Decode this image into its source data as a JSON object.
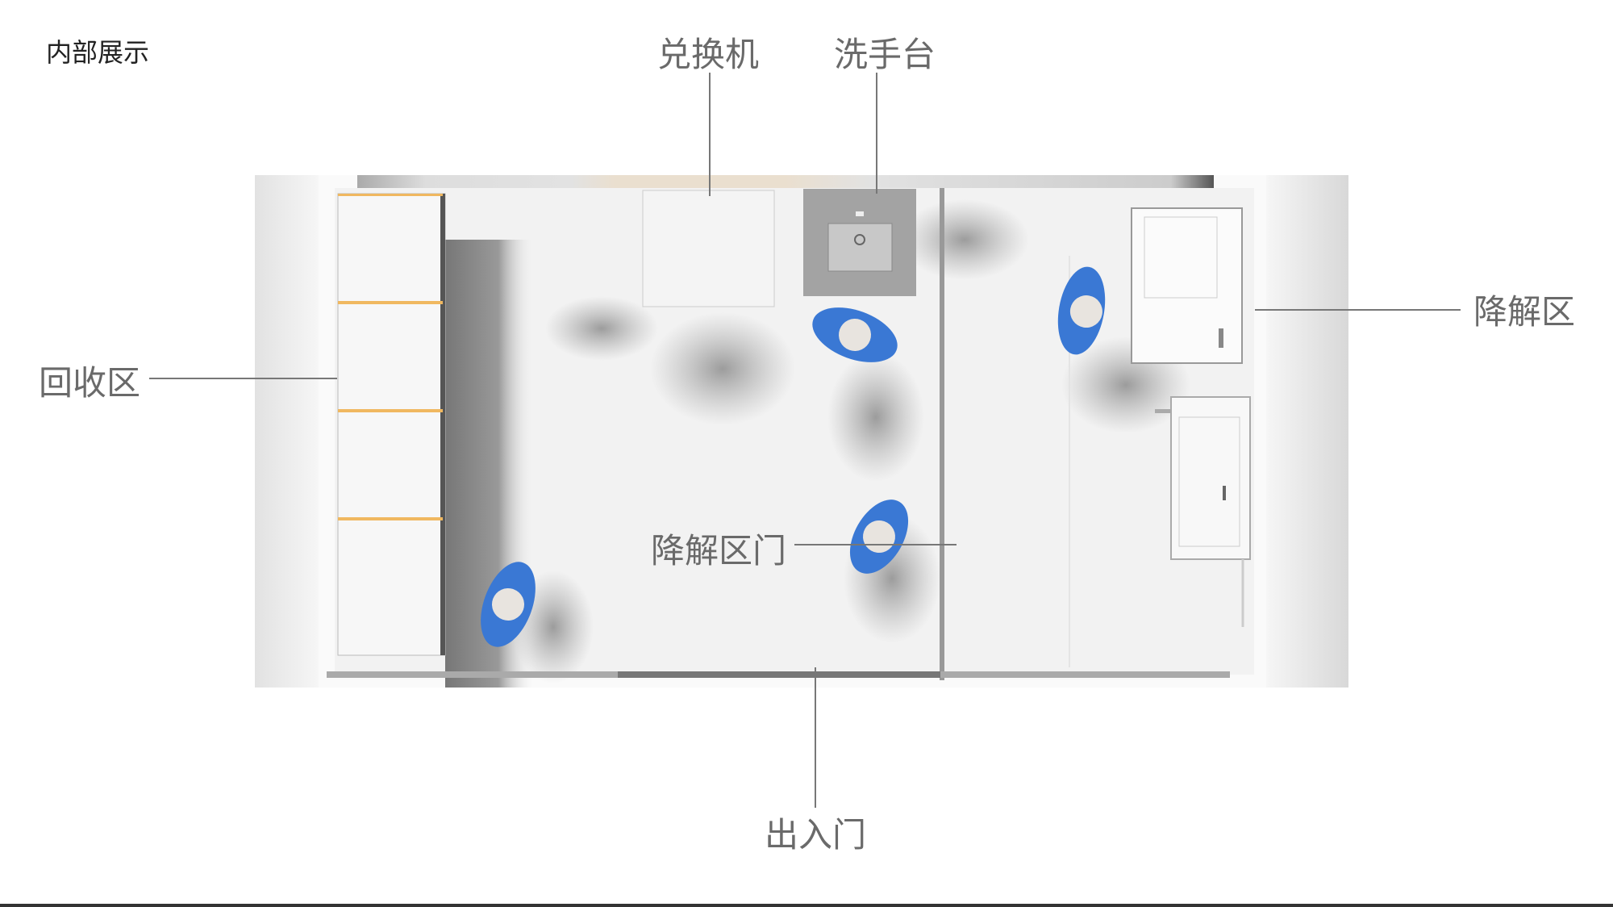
{
  "page": {
    "title": "内部展示"
  },
  "labels": {
    "exchange_machine": "兑换机",
    "wash_basin": "洗手台",
    "recycle_zone": "回收区",
    "degradation_zone": "降解区",
    "degradation_door": "降解区门",
    "entrance_door": "出入门"
  },
  "colors": {
    "uniform": "#3a78d4",
    "shelf_stripe": "#f0b860",
    "floor": "#f2f2f2"
  }
}
